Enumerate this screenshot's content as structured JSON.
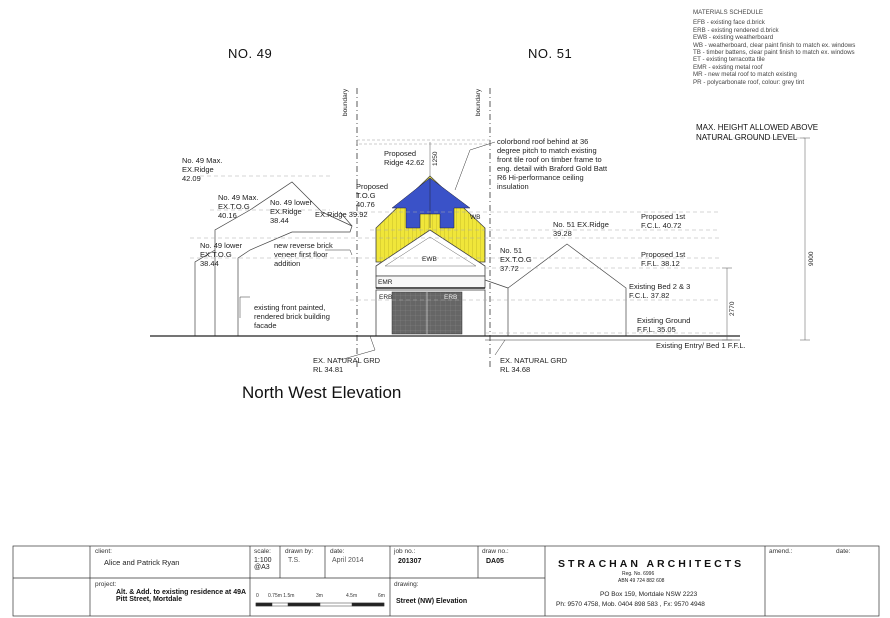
{
  "materials": {
    "title": "MATERIALS SCHEDULE",
    "items": [
      "EFB - existing face d.brick",
      "ERB - existing rendered d.brick",
      "EWB - existing weatherboard",
      "WB - weatherboard, clear paint finish to match ex. windows",
      "TB - timber battens, clear paint finish to match ex. windows",
      "ET - existing terracotta tile",
      "EMR - existing metal roof",
      "MR - new metal roof to match existing",
      "PR - polycarbonate roof, colour: grey tint"
    ]
  },
  "headings": {
    "no49": "NO. 49",
    "no51": "NO. 51",
    "max_height": "MAX. HEIGHT ALLOWED ABOVE NATURAL GROUND LEVEL",
    "elevation_title": "North West Elevation"
  },
  "labels": {
    "no49_max_ridge": "No. 49 Max. EX.Ridge 42.09",
    "no49_max_tog": "No. 49 Max. EX.T.O.G 40.16",
    "no49_lower_ridge": "No. 49 lower EX.Ridge 38.44",
    "ex_ridge": "EX.Ridge 39.92",
    "no49_lower_tog": "No. 49 lower EX.T.O.G 38.44",
    "new_brick": "new reverse brick veneer first floor addition",
    "existing_front": "existing front painted, rendered brick building facade",
    "proposed_ridge": "Proposed Ridge 42.62",
    "proposed_tog": "Proposed T.O.G 40.76",
    "colorbond": "colorbond roof behind at 36 degree pitch to match existing front tile roof on timber frame to eng. detail with Braford Gold Batt R6 Hi-performance ceiling insulation",
    "no51_ex_ridge": "No. 51 EX.Ridge 39.28",
    "no51_tog": "No. 51 EX.T.O.G 37.72",
    "proposed_1st_fcl": "Proposed 1st F.C.L. 40.72",
    "proposed_1st_ffl": "Proposed 1st F.F.L. 38.12",
    "existing_bed": "Existing Bed 2 & 3 F.C.L. 37.82",
    "existing_ground": "Existing Ground F.F.L. 35.05",
    "existing_entry": "Existing Entry/ Bed 1 F.F.L.",
    "ex_grd_left": "EX. NATURAL GRD RL 34.81",
    "ex_grd_right": "EX. NATURAL GRD RL 34.68",
    "boundary": "boundary",
    "dim_9000": "9000",
    "dim_2770": "2770",
    "dim_1250": "1250",
    "mat_wb": "WB",
    "mat_ewb": "EWB",
    "mat_emr": "EMR",
    "mat_erb": "ERB",
    "scale_ticks": [
      "0",
      "0.75m 1.5m",
      "3m",
      "4.5m",
      "6m"
    ]
  },
  "titleblock": {
    "client_label": "client:",
    "client": "Alice and Patrick Ryan",
    "project_label": "project:",
    "project": "Alt. & Add. to existing residence at 49A Pitt Street, Mortdale",
    "scale_label": "scale:",
    "scale": "1:100 @A3",
    "drawn_label": "drawn by:",
    "drawn": "T.S.",
    "date_label": "date:",
    "date": "April 2014",
    "job_label": "job no.:",
    "job": "201307",
    "drawno_label": "draw no.:",
    "drawno": "DA05",
    "drawing_label": "drawing:",
    "drawing": "Street (NW) Elevation",
    "firm": "STRACHAN ARCHITECTS",
    "reg": "Reg. No. 6996",
    "abn": "ABN 49 724 882 608",
    "po": "PO Box 159, Mortdale NSW 2223",
    "contact": "Ph: 9570 4758, Mob. 0404 898 583 , Fx: 9570 4948",
    "amend_label": "amend.:",
    "date2_label": "date:"
  }
}
